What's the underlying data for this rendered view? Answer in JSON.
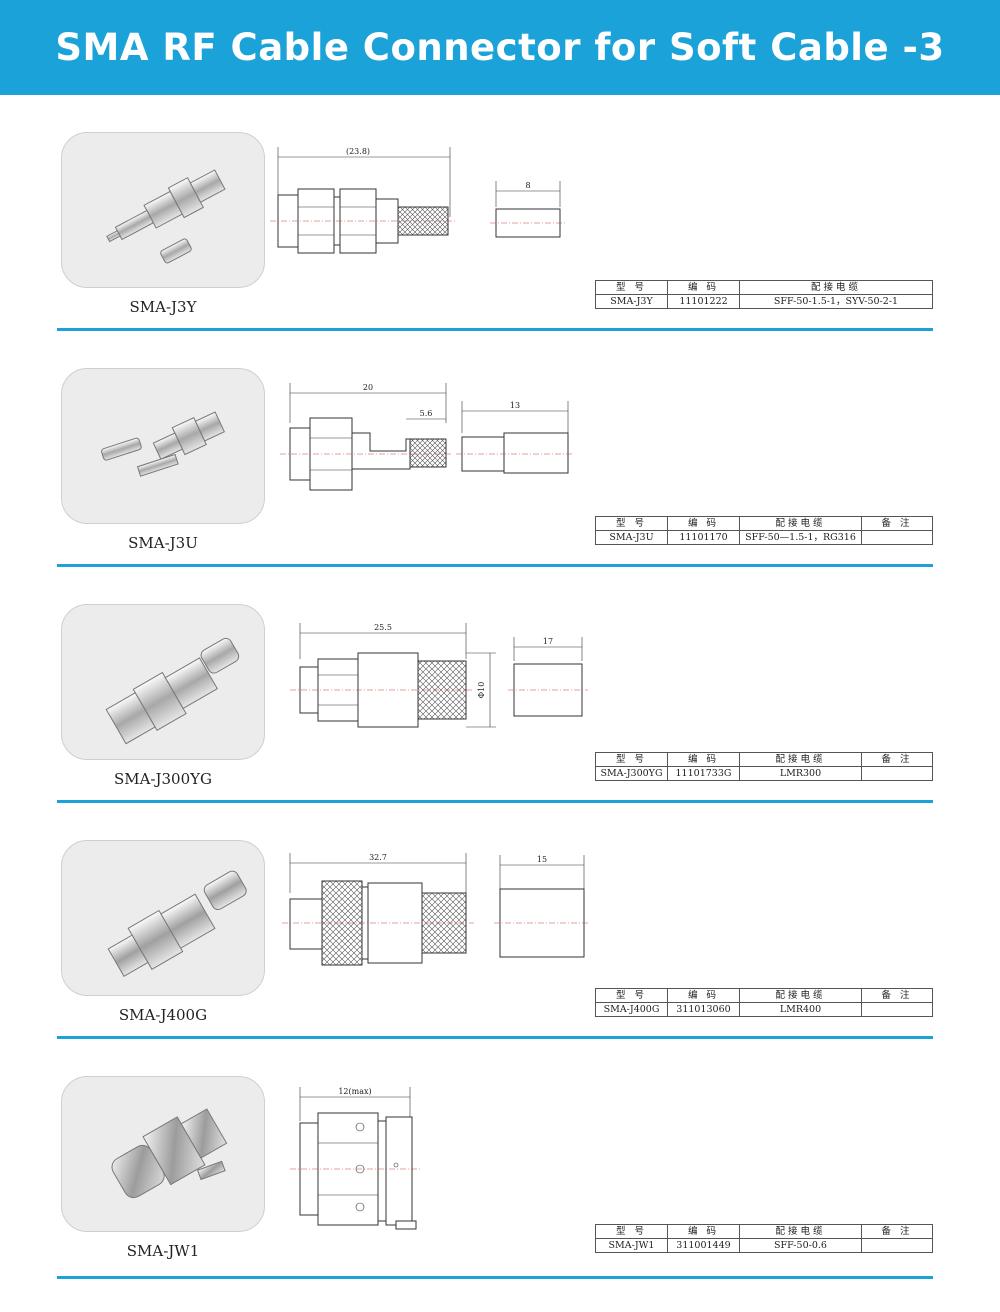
{
  "header": {
    "title": "SMA RF Cable Connector for Soft Cable -3"
  },
  "columns": {
    "model": "型  号",
    "code": "编  码",
    "cable": "配接电缆",
    "remark": "备  注"
  },
  "products": [
    {
      "model": "SMA-J3Y",
      "code": "11101222",
      "cable": "SFF-50-1.5-1，SYV-50-2-1",
      "remark": "",
      "dims": {
        "overall": "(23.8)",
        "ferrule": "8"
      }
    },
    {
      "model": "SMA-J3U",
      "code": "11101170",
      "cable": "SFF-50—1.5-1，RG316",
      "remark": "",
      "dims": {
        "overall": "20",
        "inner": "5.6",
        "ferrule": "13"
      }
    },
    {
      "model": "SMA-J300YG",
      "code": "11101733G",
      "cable": "LMR300",
      "remark": "",
      "dims": {
        "overall": "25.5",
        "diameter": "Φ10",
        "ferrule": "17"
      }
    },
    {
      "model": "SMA-J400G",
      "code": "311013060",
      "cable": "LMR400",
      "remark": "",
      "dims": {
        "overall": "32.7",
        "ferrule": "15"
      }
    },
    {
      "model": "SMA-JW1",
      "code": "311001449",
      "cable": "SFF-50-0.6",
      "remark": "",
      "dims": {
        "overall": "12(max)"
      }
    }
  ]
}
